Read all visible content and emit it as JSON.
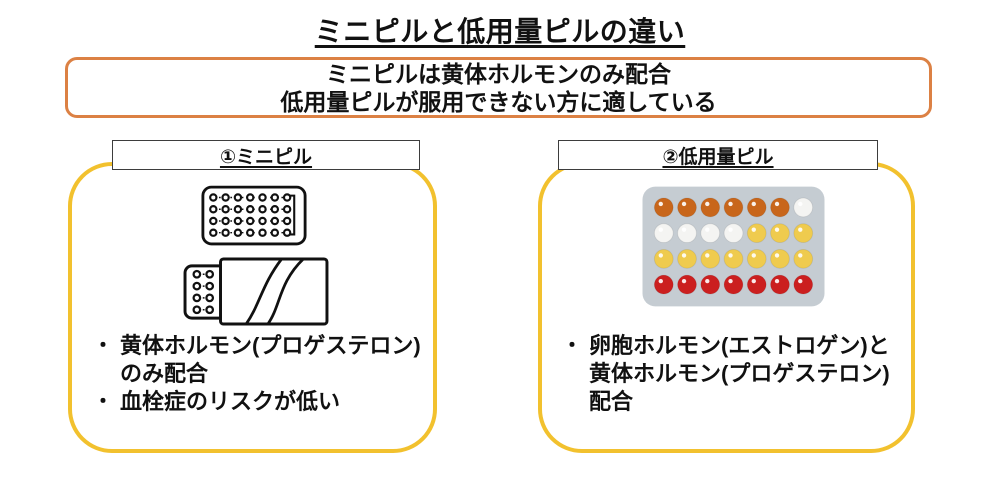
{
  "title": {
    "text": "ミニピルと低用量ピルの違い"
  },
  "summary_box": {
    "lines": [
      "ミニピルは黄体ホルモンのみ配合",
      "低用量ピルが服用できない方に適している"
    ],
    "border_color": "#DC8144"
  },
  "bullet_glyph": "・",
  "panels": {
    "left": {
      "header": "①ミニピル",
      "border_color": "#F2C12E",
      "illustrations": [
        "blister-sheet-line-art",
        "pill-sheet-in-box-line-art"
      ],
      "bullets": {
        "b1": {
          "lines": [
            "黄体ホルモン(プロゲステロン)",
            "のみ配合"
          ]
        },
        "b2": {
          "lines": [
            "血栓症のリスクが低い"
          ]
        }
      }
    },
    "right": {
      "header": "②低用量ピル",
      "border_color": "#F2C12E",
      "bullets": {
        "b1": {
          "lines": [
            "卵胞ホルモン(エストロゲン)と",
            "黄体ホルモン(プロゲステロン)",
            "配合"
          ]
        }
      },
      "pill_pack": {
        "bg": "#C5CCD2",
        "pill_colors": {
          "orange": "#C8661B",
          "white": "#F4F4F2",
          "yellow": "#EFCB4E",
          "red": "#CB1F1F"
        },
        "rows": [
          [
            "orange",
            "orange",
            "orange",
            "orange",
            "orange",
            "orange",
            "white"
          ],
          [
            "white",
            "white",
            "white",
            "white",
            "yellow",
            "yellow",
            "yellow"
          ],
          [
            "yellow",
            "yellow",
            "yellow",
            "yellow",
            "yellow",
            "yellow",
            "yellow"
          ],
          [
            "red",
            "red",
            "red",
            "red",
            "red",
            "red",
            "red"
          ]
        ]
      }
    }
  }
}
